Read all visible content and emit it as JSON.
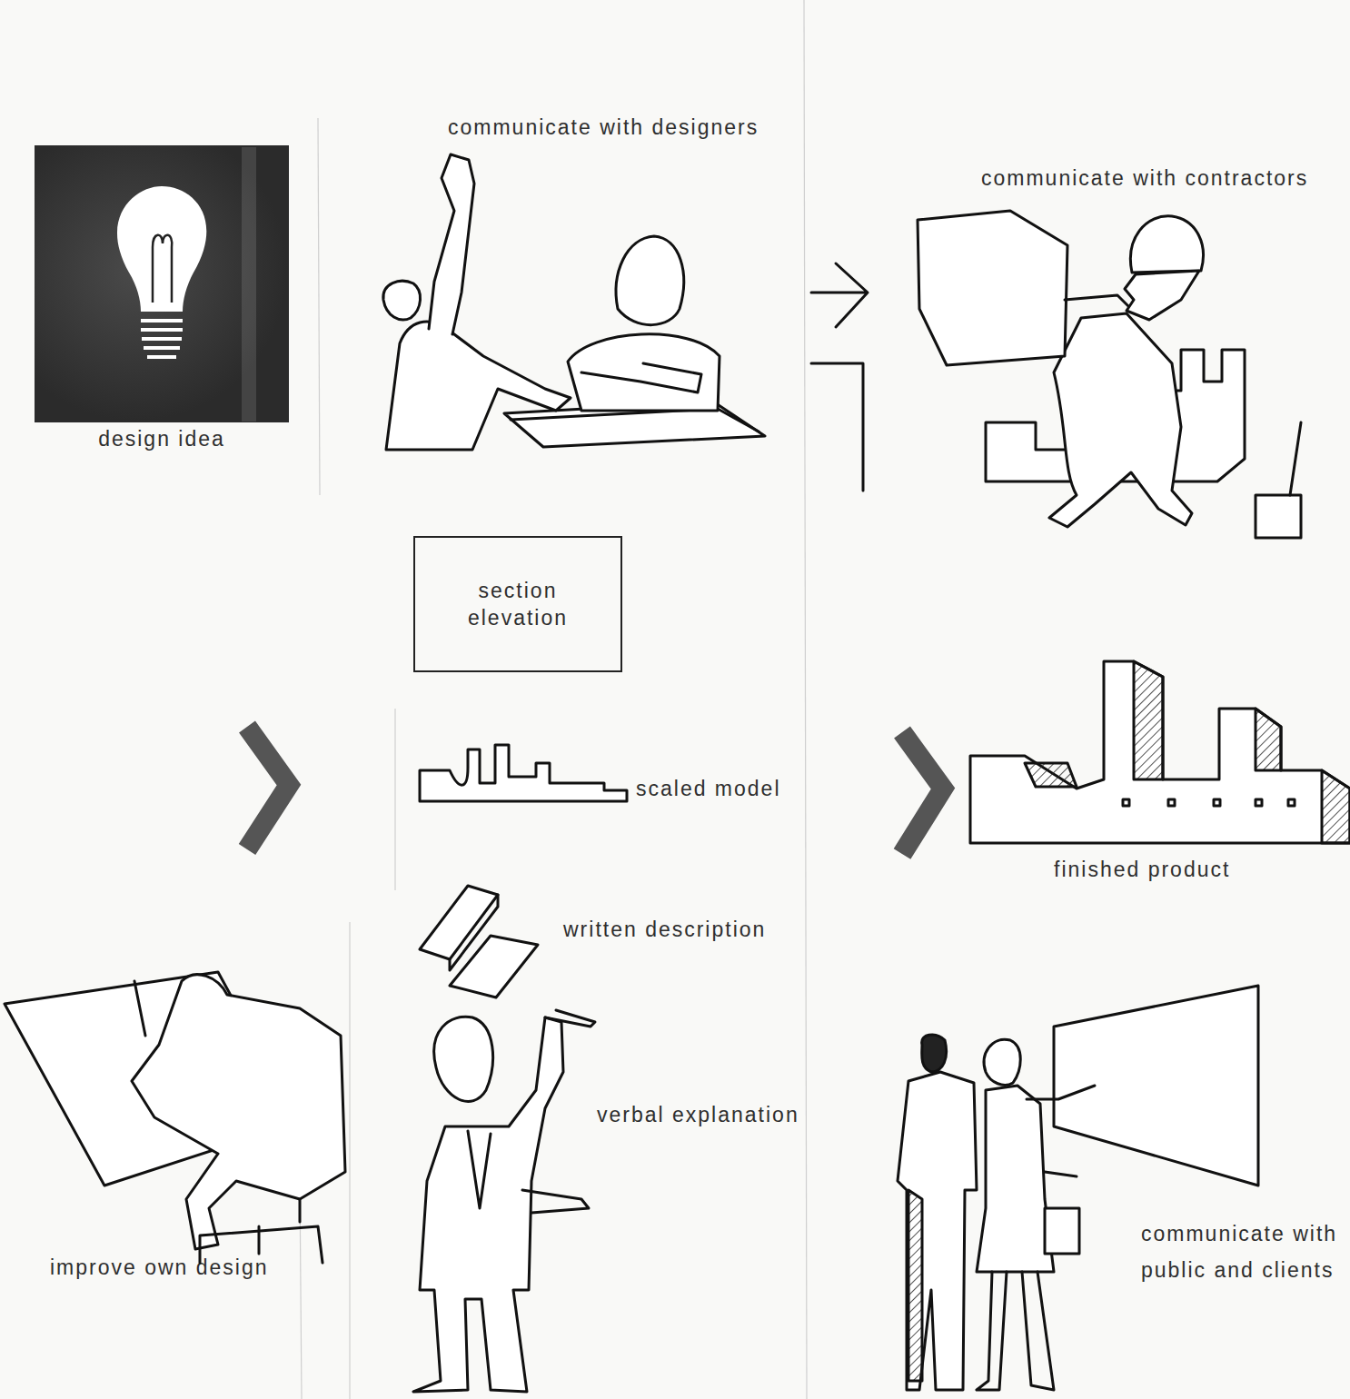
{
  "diagram": {
    "nodes": [
      {
        "text": [
          "design idea"
        ]
      },
      {
        "text": [
          "section elevation"
        ]
      }
    ],
    "labels": [
      "communicate with designers",
      "communicate with contractors",
      "scaled model",
      "finished product",
      "written description",
      "verbal explanation",
      "improve own design",
      "communicate with public and clients"
    ]
  }
}
